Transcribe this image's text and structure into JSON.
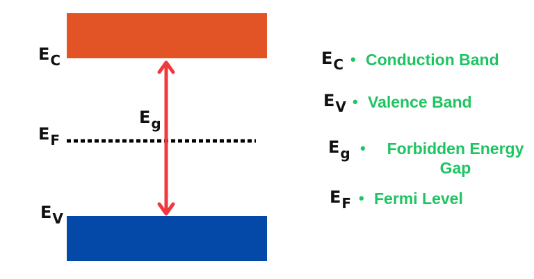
{
  "colors": {
    "conduction_band": "#e25425",
    "valence_band": "#0448a8",
    "arrow": "#f2373e",
    "fermi_line": "#000000",
    "legend_text": "#1fc462"
  },
  "symbols": {
    "ec": {
      "main": "E",
      "sub": "C"
    },
    "ef": {
      "main": "E",
      "sub": "F"
    },
    "ev": {
      "main": "E",
      "sub": "V"
    },
    "eg": {
      "main": "E",
      "sub": "g"
    }
  },
  "legend": [
    {
      "main": "E",
      "sub": "C",
      "bullet": "•",
      "label": "Conduction Band"
    },
    {
      "main": "E",
      "sub": "V",
      "bullet": "•",
      "label": "Valence Band"
    },
    {
      "main": "E",
      "sub": "g",
      "bullet": "•",
      "label": "Forbidden Energy Gap"
    },
    {
      "main": "E",
      "sub": "F",
      "bullet": "•",
      "label": "Fermi Level"
    }
  ]
}
